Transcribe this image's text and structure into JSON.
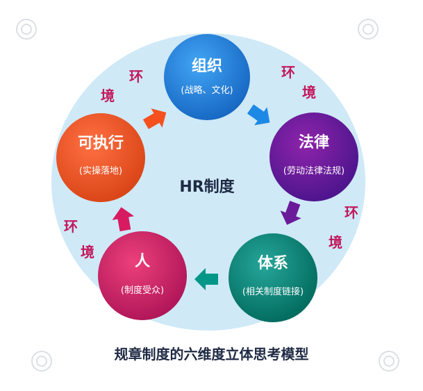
{
  "center": {
    "label": "HR制度"
  },
  "nodes": [
    {
      "id": "org",
      "title": "组织",
      "sub": "(战略、文化)",
      "color": "#1e88e5",
      "shade": "#1565c0"
    },
    {
      "id": "law",
      "title": "法律",
      "sub": "(劳动法律法规)",
      "color": "#6a1b9a",
      "shade": "#4a148c"
    },
    {
      "id": "sys",
      "title": "体系",
      "sub": "(相关制度链接)",
      "color": "#009688",
      "shade": "#00796b"
    },
    {
      "id": "ppl",
      "title": "人",
      "sub": "(制度受众)",
      "color": "#d81b60",
      "shade": "#ad1457"
    },
    {
      "id": "exec",
      "title": "可执行",
      "sub": "(实操落地)",
      "color": "#f4511e",
      "shade": "#e64a19"
    }
  ],
  "env_labels": [
    {
      "a": "环",
      "b": "境"
    },
    {
      "a": "环",
      "b": "境"
    },
    {
      "a": "环",
      "b": "境"
    },
    {
      "a": "环",
      "b": "境"
    }
  ],
  "caption": "规章制度的六维度立体思考模型",
  "colors": {
    "ring": "#cfe9f7",
    "env_text": "#c2185b",
    "arrow_org_law": "#1e88e5",
    "arrow_law_sys": "#6a1b9a",
    "arrow_sys_ppl": "#009688",
    "arrow_ppl_exec": "#d81b60",
    "arrow_exec_org": "#f4511e"
  }
}
